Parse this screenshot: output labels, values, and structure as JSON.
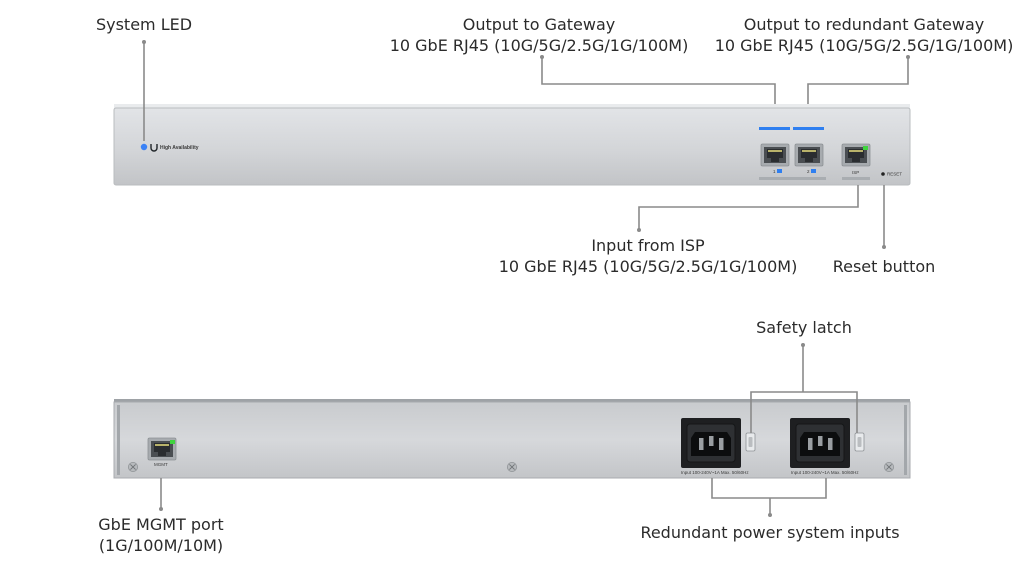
{
  "labels": {
    "system_led": "System LED",
    "out_gw_title": "Output to Gateway",
    "out_gw_spec": "10 GbE RJ45 (10G/5G/2.5G/1G/100M)",
    "out_red_title": "Output to redundant Gateway",
    "out_red_spec": "10 GbE RJ45 (10G/5G/2.5G/1G/100M)",
    "in_isp_title": "Input from ISP",
    "in_isp_spec": "10 GbE RJ45 (10G/5G/2.5G/1G/100M)",
    "reset_button": "Reset button",
    "safety_latch": "Safety latch",
    "mgmt_title": "GbE MGMT port",
    "mgmt_spec": "(1G/100M/10M)",
    "redundant_power": "Redundant power system inputs"
  },
  "front_panel": {
    "brand_text": "High Availability",
    "port1_label": "1",
    "port2_label": "2",
    "isp_label": "ISP",
    "reset_label": "RESET"
  },
  "rear_panel": {
    "mgmt_label": "MGMT",
    "psu1_rating": "Input 100-240V~1A Max. 50/60Hz",
    "psu2_rating": "Input 100-240V~1A Max. 50/60Hz"
  },
  "colors": {
    "chassis": "#d4d6d9",
    "port_activity_blue": "#2f7ff0",
    "port_link_green": "#3fd43f",
    "system_led_blue": "#3b82f6",
    "leader_gray": "#8a8a8a"
  }
}
